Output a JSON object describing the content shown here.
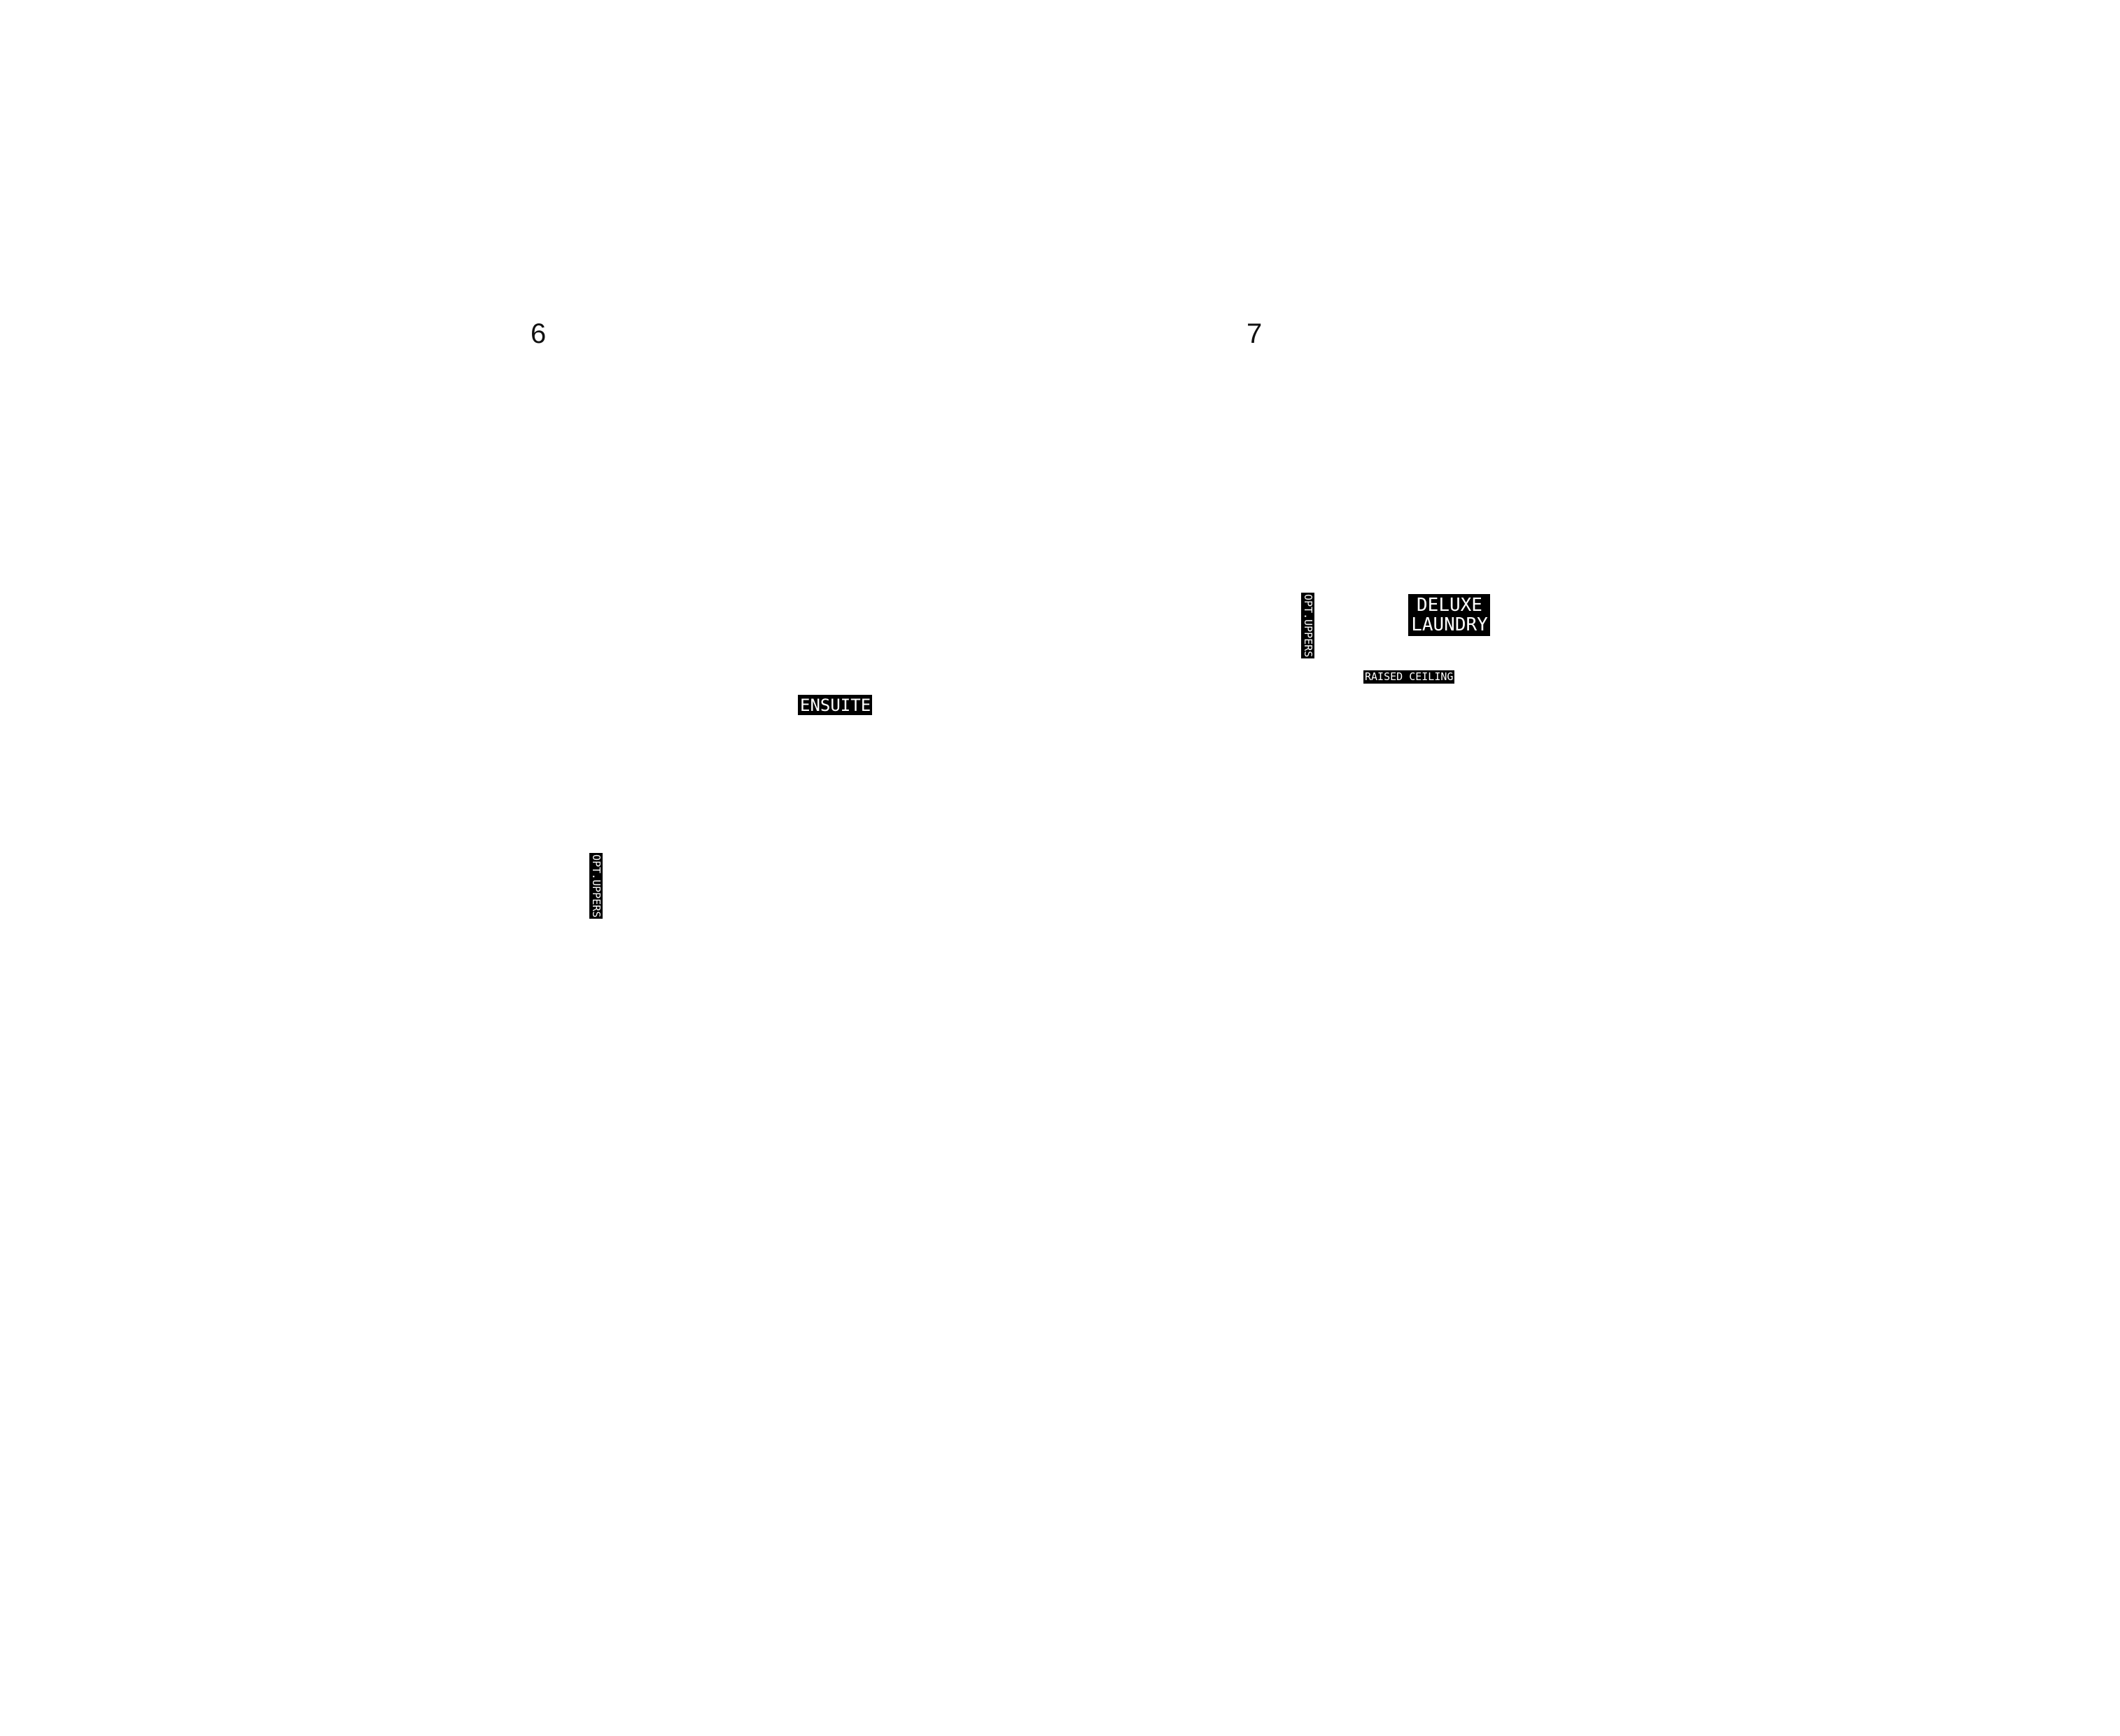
{
  "pages": [
    {
      "number": "6"
    },
    {
      "number": "7"
    }
  ],
  "labels": {
    "ensuite": "ENSUITE",
    "opt_uppers_left": "OPT.UPPERS",
    "deluxe_laundry_line1": "DELUXE",
    "deluxe_laundry_line2": "LAUNDRY",
    "raised_ceiling": "RAISED CEILING",
    "opt_uppers_right": "OPT.UPPERS"
  }
}
